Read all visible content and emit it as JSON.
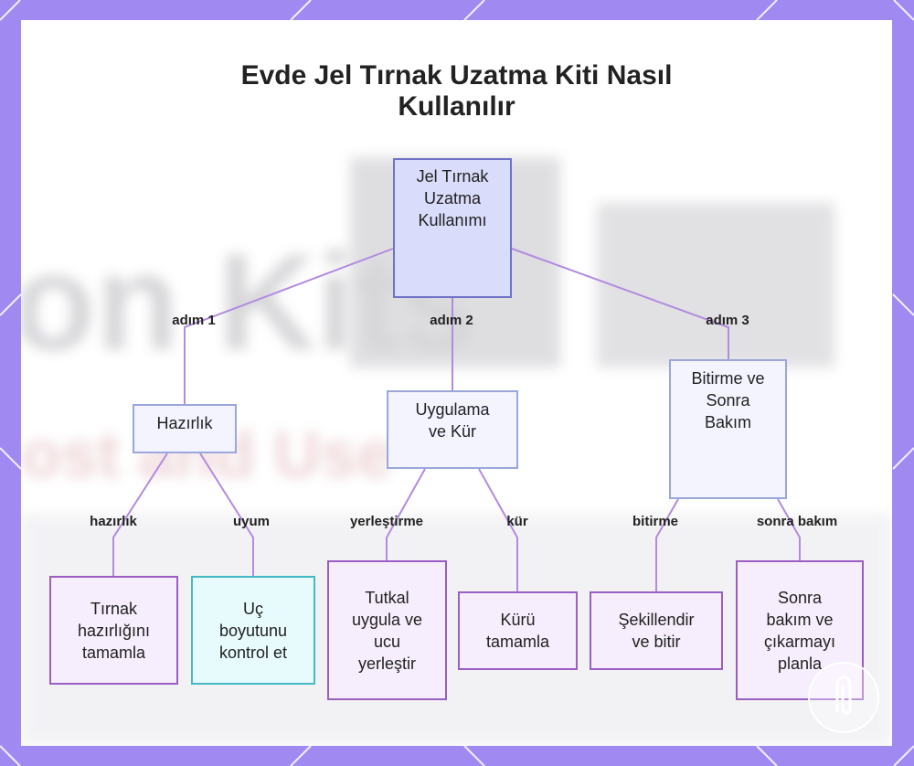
{
  "title": {
    "line1": "Evde Jel Tırnak Uzatma Kiti Nasıl",
    "line2": "Kullanılır"
  },
  "background_text": {
    "line1": "on Kits",
    "line2": "ost and Use"
  },
  "nodes": {
    "root": {
      "lines": [
        "Jel Tırnak",
        "Uzatma",
        "Kullanımı"
      ]
    },
    "hazirlik": {
      "lines": [
        "Hazırlık"
      ]
    },
    "uygulama": {
      "lines": [
        "Uygulama",
        "ve Kür"
      ]
    },
    "bitirme": {
      "lines": [
        "Bitirme ve",
        "Sonra",
        "Bakım"
      ]
    },
    "tirnak": {
      "lines": [
        "Tırnak",
        "hazırlığını",
        "tamamla"
      ]
    },
    "uc": {
      "lines": [
        "Uç",
        "boyutunu",
        "kontrol et"
      ]
    },
    "tutkal": {
      "lines": [
        "Tutkal",
        "uygula ve",
        "ucu",
        "yerleştir"
      ]
    },
    "kuru": {
      "lines": [
        "Kürü",
        "tamamla"
      ]
    },
    "sekillendir": {
      "lines": [
        "Şekillendir",
        "ve bitir"
      ]
    },
    "sonra": {
      "lines": [
        "Sonra",
        "bakım ve",
        "çıkarmayı",
        "planla"
      ]
    }
  },
  "edge_labels": {
    "adim1": "adım 1",
    "adim2": "adım 2",
    "adim3": "adım 3",
    "hazirlik": "hazırlık",
    "uyum": "uyum",
    "yerlestirme": "yerleştirme",
    "kur": "kür",
    "bitirme": "bitirme",
    "sonra_bakim": "sonra bakım"
  },
  "colors": {
    "frame": "#a08af2",
    "edge": "#b28be0",
    "root_fill": "#d9dcfa",
    "root_border": "#6f73c8",
    "mid_fill": "#f3f4ff",
    "mid_border": "#9aa6dc",
    "leaf_fill": "#f6eefc",
    "leaf_border": "#9a5ec4",
    "cyan_fill": "#e7fbfd",
    "cyan_border": "#46b9c4"
  },
  "icons": {
    "watermark": "paperclip-icon"
  }
}
